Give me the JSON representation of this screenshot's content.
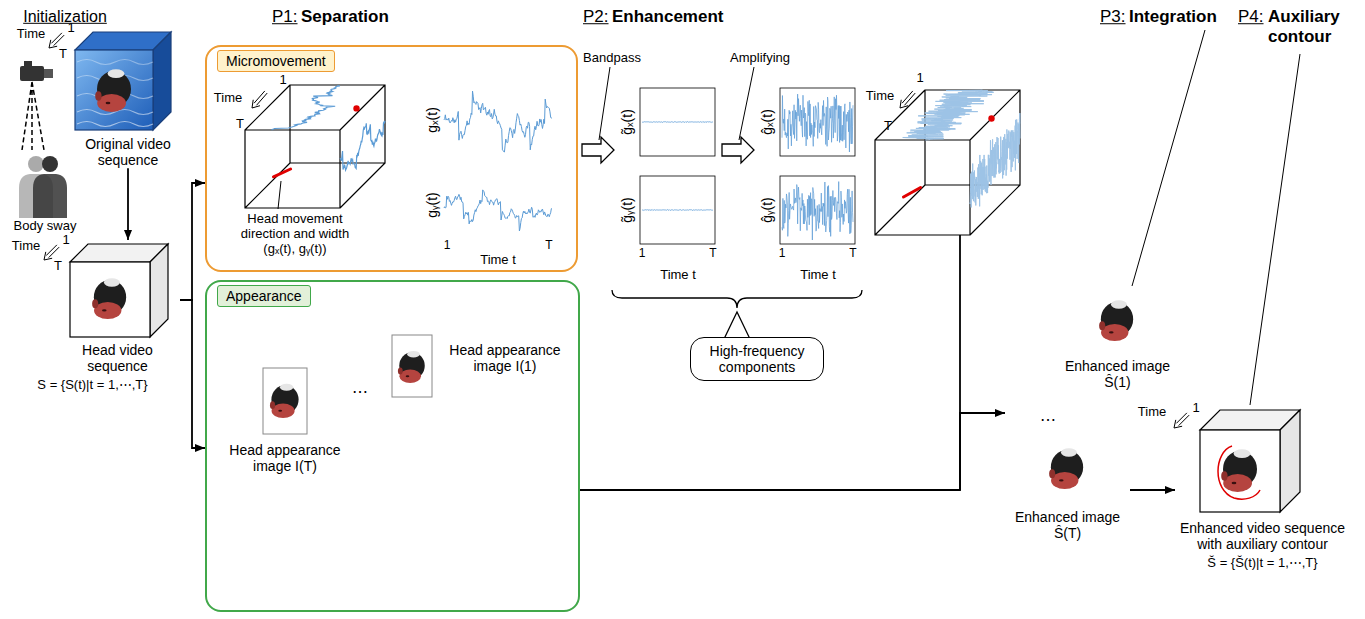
{
  "diagram": {
    "nodes": [
      {
        "text": [
          "Original video sequence"
        ]
      },
      {
        "text": [
          "Head video sequence",
          "S = {S(t)|t = 1,⋯,T}"
        ]
      },
      {
        "text": [
          "Micromovement"
        ]
      },
      {
        "text": [
          "Appearance"
        ]
      },
      {
        "text": [
          "Head appearance image I(1)"
        ],
        "in": 3
      },
      {
        "text": [
          "Head appearance image I(T)"
        ],
        "in": 3
      },
      {
        "text": [
          "High-frequency components"
        ]
      },
      {
        "text": [
          "Enhanced image Ŝ(1)"
        ]
      },
      {
        "text": [
          "Enhanced image Ŝ(T)"
        ]
      },
      {
        "text": [
          "Enhanced video sequence with auxiliary contour",
          "Š = {Š(t)|t = 1,⋯,T}"
        ]
      }
    ],
    "edges": [
      {
        "from": 0,
        "to": 1,
        "arrow": "to"
      },
      {
        "from": 1,
        "to": 2,
        "arrow": "to"
      },
      {
        "from": 1,
        "to": 3,
        "arrow": "to"
      },
      {
        "from": 3,
        "to": 8,
        "arrow": "to"
      },
      {
        "from": 8,
        "to": 9,
        "arrow": "to"
      }
    ],
    "labels": [
      "Initialization",
      "P1:",
      "Separation",
      "P2:",
      "Enhancement",
      "P3:",
      "Integration",
      "P4:",
      "Auxiliary contour",
      "Time",
      "1",
      "T",
      "Time",
      "1",
      "T",
      "Body sway",
      "Time",
      "1",
      "T",
      "Head movement direction and width (gₓ(t), gᵧ(t))",
      "gₓ(t)",
      "gᵧ(t)",
      "1",
      "T",
      "Time t",
      "Bandpass",
      "Amplifying",
      "g̃ₓ(t)",
      "g̃ᵧ(t)",
      "1",
      "T",
      "Time t",
      "ĝₓ(t)",
      "ĝᵧ(t)",
      "1",
      "T",
      "Time t",
      "Time",
      "1",
      "T",
      "⋯",
      "⋯",
      "Time",
      "1"
    ]
  }
}
